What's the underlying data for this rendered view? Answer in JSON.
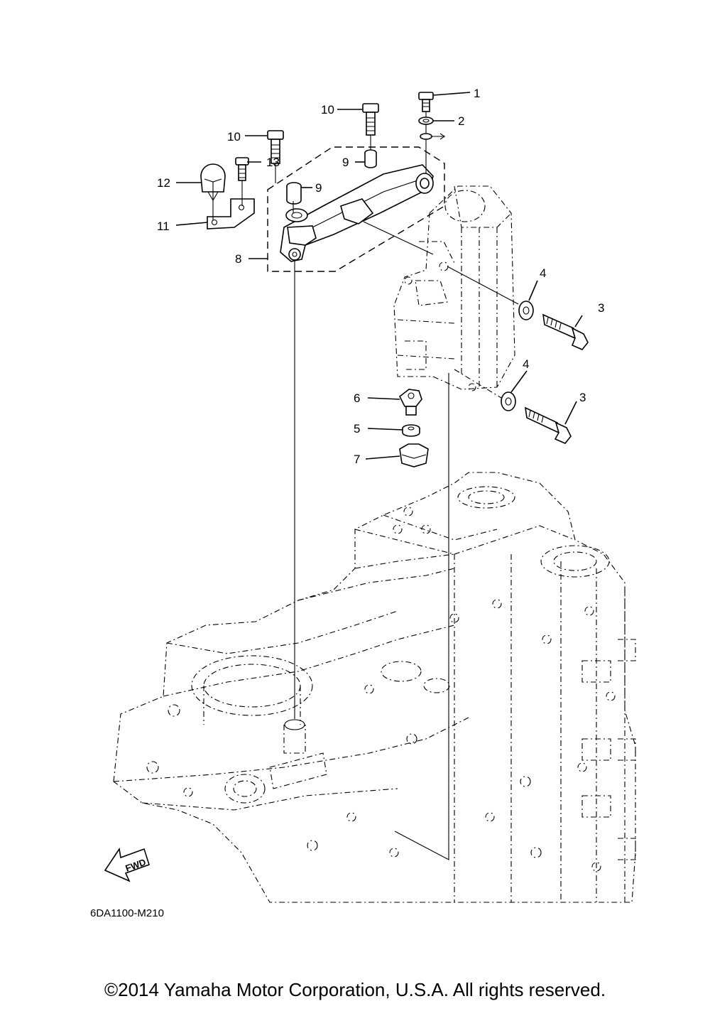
{
  "callouts": {
    "c1": "1",
    "c2": "2",
    "c3a": "3",
    "c3b": "3",
    "c4a": "4",
    "c4b": "4",
    "c5": "5",
    "c6": "6",
    "c7": "7",
    "c8": "8",
    "c9a": "9",
    "c9b": "9",
    "c10a": "10",
    "c10b": "10",
    "c11": "11",
    "c12": "12",
    "c13": "13"
  },
  "fwd_label": "FWD",
  "diagram_code": "6DA1100-M210",
  "copyright": "©2014 Yamaha Motor Corporation, U.S.A. All rights reserved."
}
